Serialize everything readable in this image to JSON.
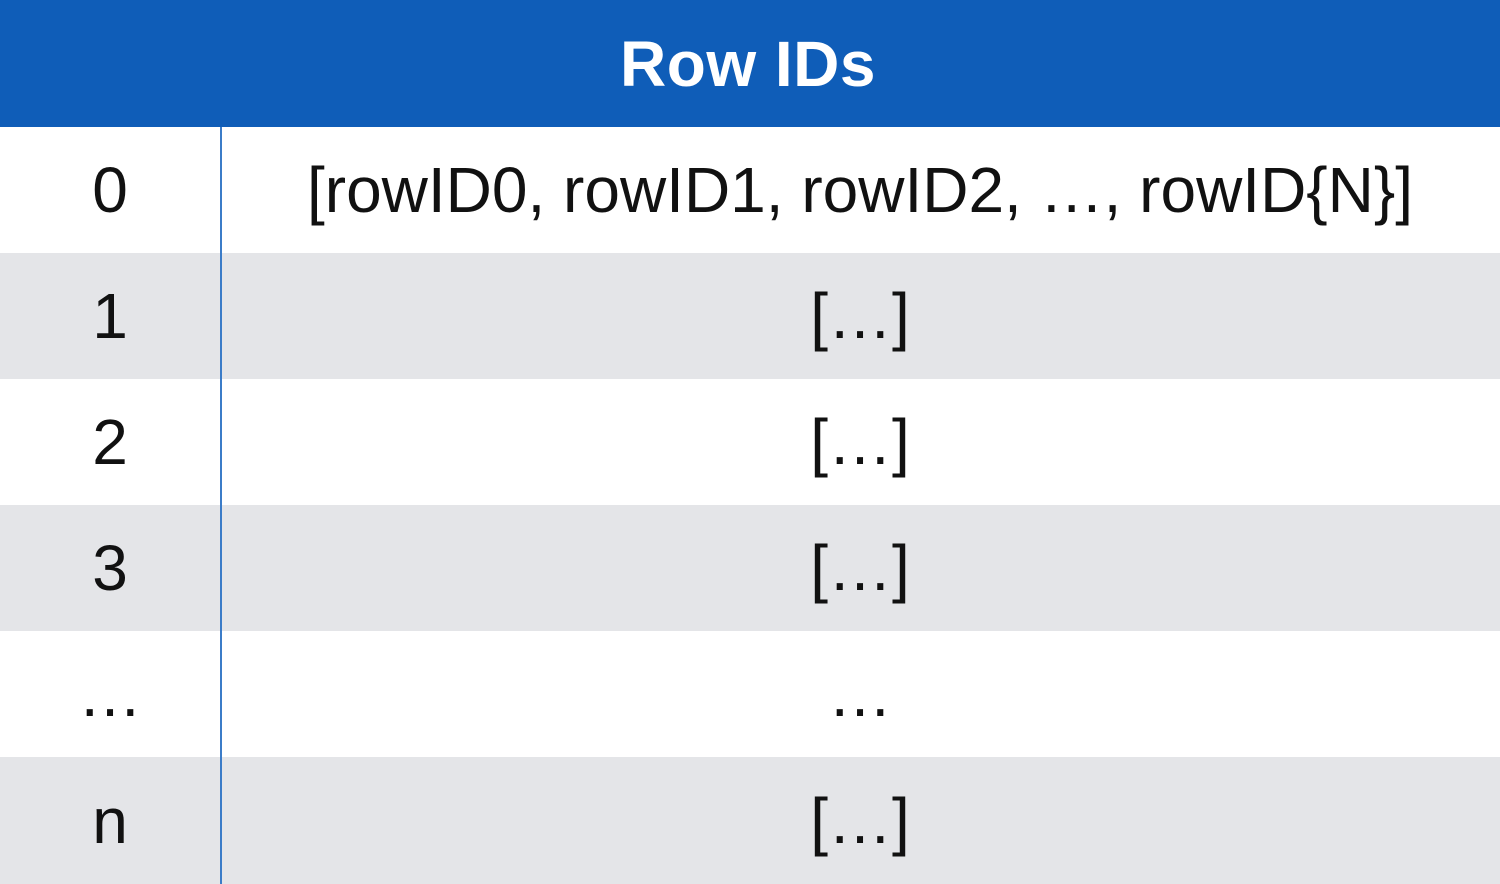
{
  "header": {
    "title": "Row IDs"
  },
  "rows": [
    {
      "index": "0",
      "value": "[rowID0, rowID1, rowID2, …, rowID{N}]"
    },
    {
      "index": "1",
      "value": "[…]"
    },
    {
      "index": "2",
      "value": "[…]"
    },
    {
      "index": "3",
      "value": "[…]"
    },
    {
      "index": "…",
      "value": "…"
    },
    {
      "index": "n",
      "value": "[…]"
    }
  ],
  "colors": {
    "header_bg": "#0f5db8",
    "header_text": "#ffffff",
    "row_shaded": "#e4e5e8",
    "row_plain": "#ffffff",
    "divider": "#3b7cc8"
  }
}
